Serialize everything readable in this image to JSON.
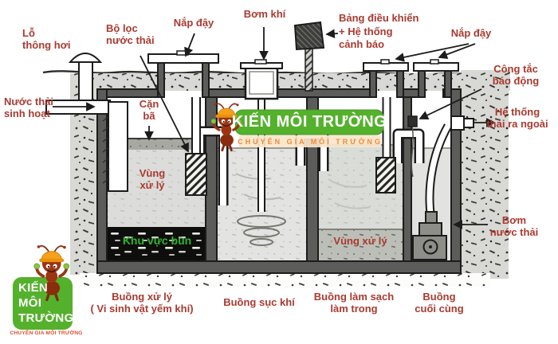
{
  "brand": {
    "name": "KIẾN MÔI TRƯỜNG",
    "tagline": "CHUYÊN GIA MÔI TRƯỜNG",
    "name_lines": [
      "KIẾN",
      "MÔI",
      "TRƯỜNG"
    ],
    "green": "#54b12c",
    "orange": "#ef8a3b",
    "tagline_red": "#e0502e"
  },
  "labels": {
    "vent_hole": {
      "lines": [
        "Lỗ",
        "thông hơi"
      ]
    },
    "waste_filter": {
      "lines": [
        "Bộ lọc",
        "nước thải"
      ]
    },
    "lid_left": {
      "text": "Nắp đậy"
    },
    "air_pump": {
      "text": "Bơm khí"
    },
    "control_panel": {
      "lines": [
        "Bảng điều khiển",
        "+ Hệ thống",
        "cảnh báo"
      ]
    },
    "lid_right": {
      "text": "Nắp đậy"
    },
    "alarm_switch": {
      "lines": [
        "Công tắc",
        "báo động"
      ]
    },
    "outflow_system": {
      "lines": [
        "Hệ thống",
        "thải ra ngoài"
      ]
    },
    "inflow": {
      "lines": [
        "Nước thải",
        "sinh hoạt"
      ]
    },
    "scum": {
      "lines": [
        "Cặn",
        "bã"
      ]
    },
    "treatment_zone_left": {
      "lines": [
        "Vùng",
        "xử lý"
      ]
    },
    "sludge_area": {
      "text": "Khu vực bùn"
    },
    "treatment_zone_right": {
      "text": "Vùng xử lý"
    },
    "waste_pump": {
      "lines": [
        "Bơm",
        "nước thải"
      ]
    },
    "chamber_1": {
      "lines": [
        "Buồng xử lý",
        "( Vi sinh vật yếm khí)"
      ]
    },
    "chamber_2": {
      "text": "Buồng sục khí"
    },
    "chamber_3": {
      "lines": [
        "Buồng làm sạch",
        "làm trong"
      ]
    },
    "chamber_4": {
      "lines": [
        "Buồng",
        "cuối cùng"
      ]
    }
  },
  "colors": {
    "label_red": "#a93a30",
    "sludge_label_green": "#2db52d",
    "tank_wall": "#5c5c5a",
    "sludge_black": "#0e0e0c"
  }
}
